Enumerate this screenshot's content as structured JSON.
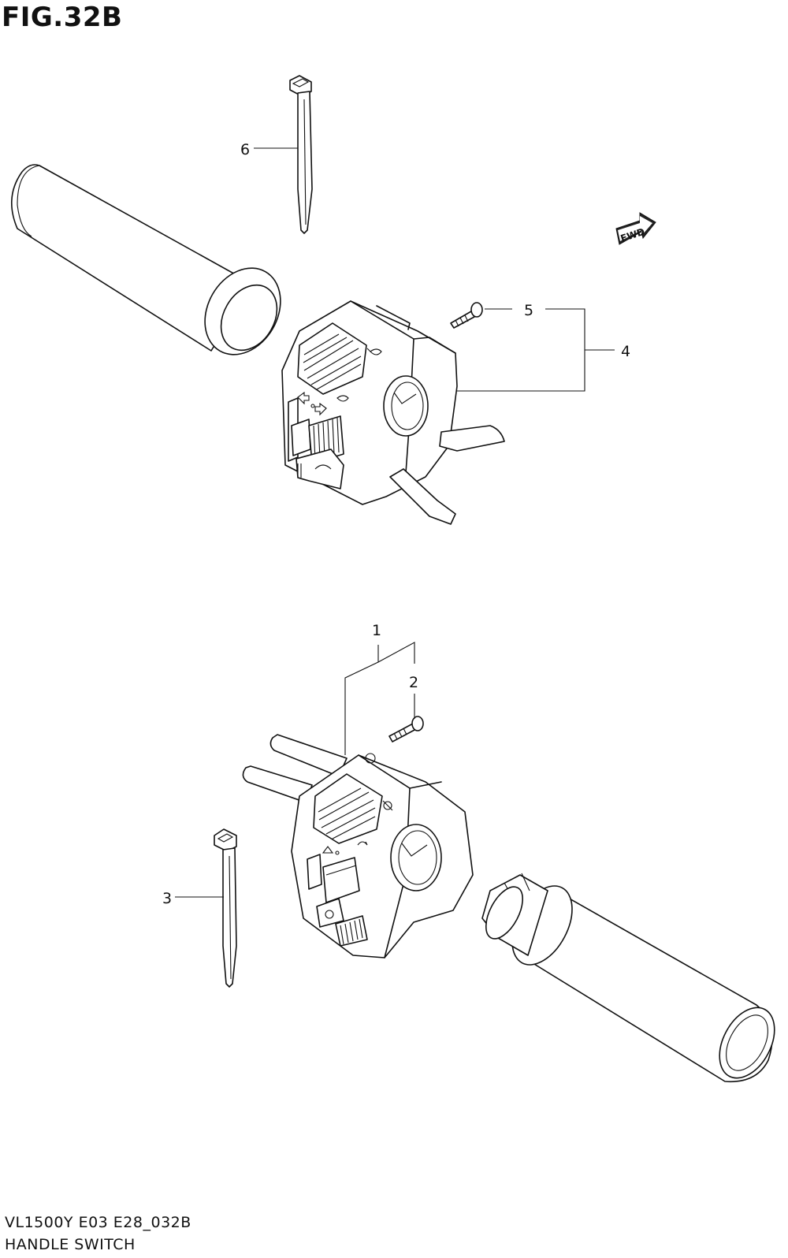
{
  "figure": {
    "title": "FIG.32B",
    "footer_line1": "VL1500Y E03 E28_032B",
    "footer_line2": "HANDLE SWITCH"
  },
  "fwd_badge": "FWD",
  "callouts": [
    "1",
    "2",
    "3",
    "4",
    "5",
    "6"
  ]
}
